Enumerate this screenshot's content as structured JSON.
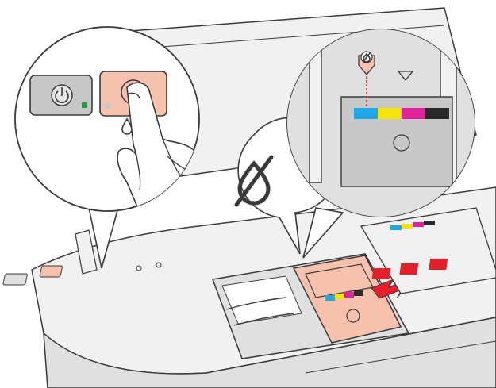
{
  "illustration": {
    "colors": {
      "outline": "#3a3a3a",
      "printer_fill": "#f1f1f1",
      "printer_shade": "#e0e0e0",
      "panel_gray": "#c8c8c8",
      "highlight_pink": "#f6c2ad",
      "led_green": "#1f9e3b",
      "ink_cyan": "#1fa9e6",
      "ink_yellow": "#f5e30d",
      "ink_magenta": "#e0239a",
      "ink_black": "#2a2a2a",
      "arrow_red": "#e8202c",
      "guide_red": "#e8202c",
      "label_red": "#e0202a"
    },
    "icons": {
      "power": "power-icon",
      "ink_button": "ink-replace-icon",
      "ink_drop": "ink-drop-icon",
      "no_ink": "ink-out-icon"
    },
    "ink_colors_order": [
      "cyan",
      "yellow",
      "magenta",
      "black"
    ]
  }
}
